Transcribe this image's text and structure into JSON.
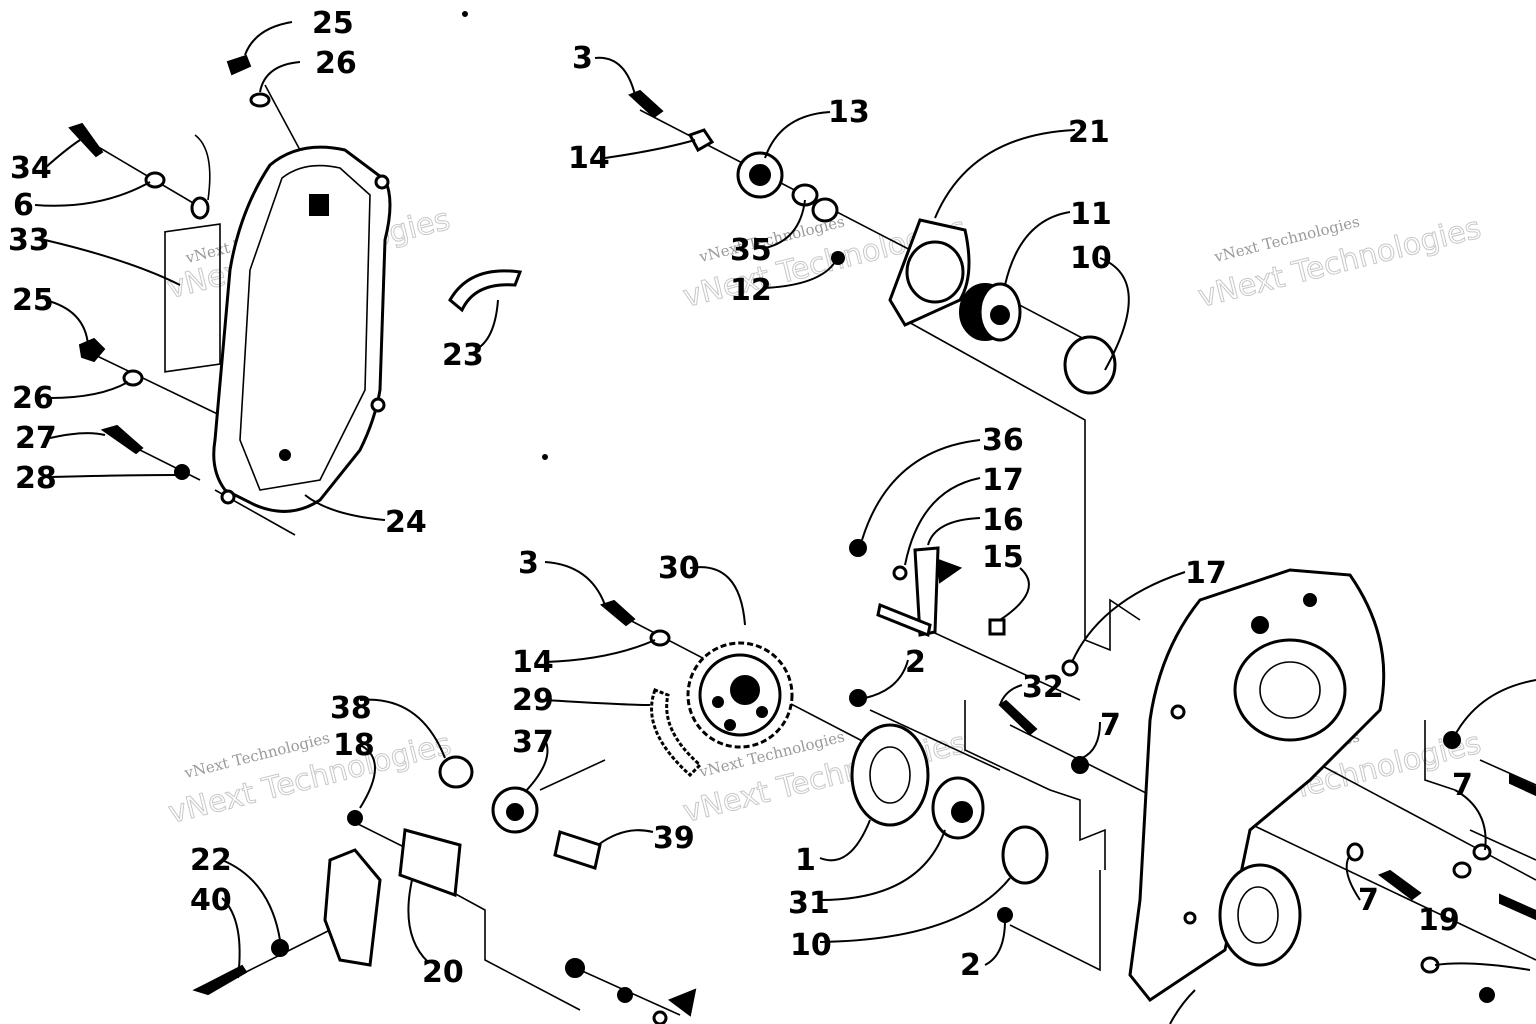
{
  "watermark": {
    "small": "vNext Technologies",
    "big": "vNext Technologies"
  },
  "callouts": {
    "n1": "1",
    "n2a": "2",
    "n2b": "2",
    "n3a": "3",
    "n3b": "3",
    "n6": "6",
    "n7a": "7",
    "n7b": "7",
    "n7c": "7",
    "n10a": "10",
    "n10b": "10",
    "n11": "11",
    "n12": "12",
    "n13": "13",
    "n14a": "14",
    "n14b": "14",
    "n15": "15",
    "n16": "16",
    "n17a": "17",
    "n17b": "17",
    "n18": "18",
    "n19": "19",
    "n20": "20",
    "n21": "21",
    "n22": "22",
    "n23": "23",
    "n24": "24",
    "n25a": "25",
    "n25b": "25",
    "n26a": "26",
    "n26b": "26",
    "n27": "27",
    "n28": "28",
    "n29": "29",
    "n30": "30",
    "n31": "31",
    "n32": "32",
    "n33": "33",
    "n34": "34",
    "n35": "35",
    "n36": "36",
    "n37": "37",
    "n38": "38",
    "n39": "39",
    "n40": "40"
  }
}
